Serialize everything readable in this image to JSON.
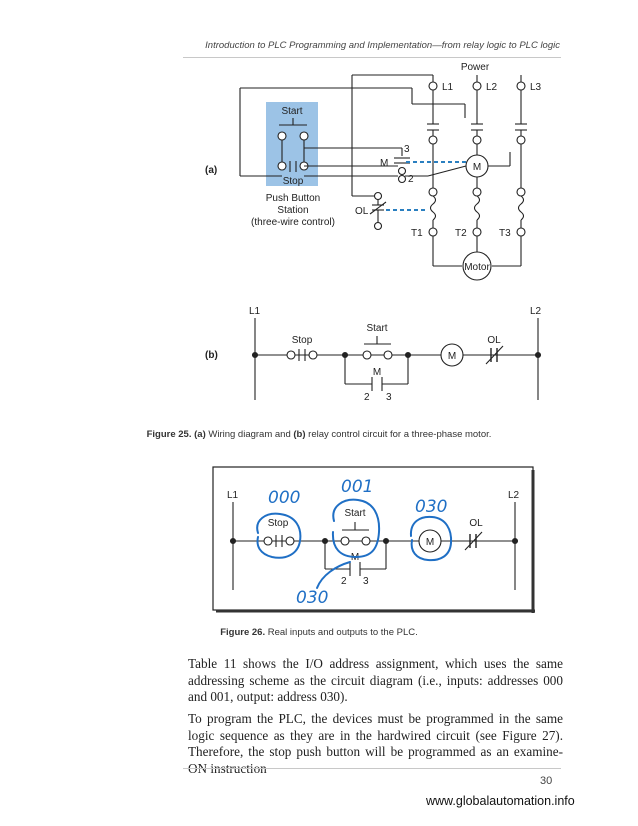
{
  "header": {
    "running_title": "Introduction to PLC Programming and Implementation—from relay logic to PLC logic"
  },
  "fig25": {
    "panel_a": "(a)",
    "panel_b": "(b)",
    "power": "Power",
    "lines": [
      "L1",
      "L2",
      "L3"
    ],
    "terminals": [
      "T1",
      "T2",
      "T3"
    ],
    "motor": "Motor",
    "start": "Start",
    "stop": "Stop",
    "station": [
      "Push Button",
      "Station",
      "(three-wire control)"
    ],
    "m": "M",
    "ol": "OL",
    "n3": "3",
    "n2": "2",
    "b_l1": "L1",
    "b_l2": "L2",
    "b_stop": "Stop",
    "b_start": "Start",
    "b_m": "M",
    "b_coil": "M",
    "b_ol": "OL",
    "b_2": "2",
    "b_3": "3",
    "caption_a": "Figure 25. (a)",
    "caption_mid": " Wiring diagram and ",
    "caption_b": "(b)",
    "caption_end": " relay control circuit for a three-phase motor."
  },
  "fig26": {
    "l1": "L1",
    "l2": "L2",
    "stop": "Stop",
    "start": "Start",
    "m": "M",
    "coil": "M",
    "ol": "OL",
    "n2": "2",
    "n3": "3",
    "hand_000": "000",
    "hand_001": "001",
    "hand_030a": "030",
    "hand_030b": "030",
    "caption_label": "Figure 26.",
    "caption_text": " Real inputs and outputs to the PLC."
  },
  "body": {
    "p1": "Table 11 shows the I/O address assignment, which uses the same addressing scheme as the circuit diagram (i.e., inputs: addresses 000 and 001, output: address 030).",
    "p2": "To program the PLC, the devices must be programmed in the same logic sequence as they are in the hardwired circuit (see Figure 27). Therefore, the stop push button will be programmed as an examine-ON instruction"
  },
  "footer": {
    "page_number": "30",
    "website": "www.globalautomation.info"
  },
  "colors": {
    "station_bg": "#9cc3e6",
    "dashed": "#2a7fc0",
    "ink_blue": "#1f6fc5"
  }
}
